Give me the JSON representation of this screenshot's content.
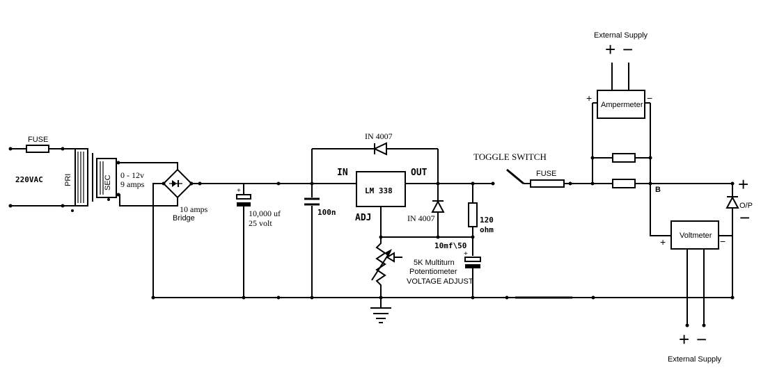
{
  "labels": {
    "fuse_in": "FUSE",
    "mains": "220VAC",
    "pri": "PRI",
    "sec": "SEC",
    "sec_voltage": "0 - 12v",
    "sec_current": "9 amps",
    "bridge_rating": "10 amps",
    "bridge": "Bridge",
    "cap_main_value": "10,000 uf",
    "cap_main_voltage": "25 volt",
    "cap_100n": "100n",
    "diode_top": "IN 4007",
    "reg_in": "IN",
    "reg_out": "OUT",
    "regulator": "LM 338",
    "reg_adj": "ADJ",
    "diode_out": "IN 4007",
    "res_value": "120",
    "res_unit": "ohm",
    "cap_adj": "10mf\\50",
    "pot_line1": "5K Multiturn",
    "pot_line2": "Potentiometer",
    "pot_line3": "VOLTAGE ADJUST",
    "toggle": "TOGGLE SWITCH",
    "fuse_out": "FUSE",
    "ext_supply_top": "External Supply",
    "ammeter": "Ampermeter",
    "node_b": "B",
    "voltmeter": "Voltmeter",
    "output": "O/P",
    "ext_supply_bottom": "External Supply",
    "plus": "+",
    "minus": "−"
  }
}
